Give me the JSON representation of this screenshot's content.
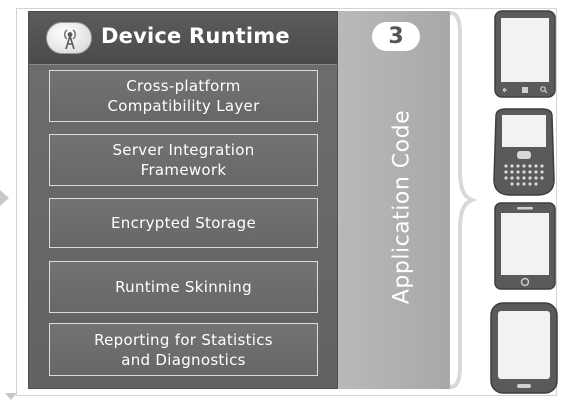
{
  "header": {
    "title": "Device Runtime",
    "logo_icon": "antenna-signal-icon"
  },
  "modules": [
    {
      "label": "Cross-platform\nCompatibility  Layer"
    },
    {
      "label": "Server Integration\nFramework"
    },
    {
      "label": "Encrypted Storage"
    },
    {
      "label": "Runtime Skinning"
    },
    {
      "label": "Reporting for Statistics\nand Diagnostics"
    }
  ],
  "application": {
    "step_number": "3",
    "label": "Application Code"
  },
  "devices": [
    {
      "kind": "windows-phone",
      "icon": "smartphone-windows-icon"
    },
    {
      "kind": "blackberry",
      "icon": "smartphone-keyboard-icon"
    },
    {
      "kind": "iphone",
      "icon": "smartphone-touch-icon"
    },
    {
      "kind": "tablet",
      "icon": "tablet-icon"
    }
  ],
  "colors": {
    "panel": "#666666",
    "header": "#4f4f4f",
    "band": "#b0b0b0",
    "device_body": "#5a5a5a",
    "device_screen": "#f2f2f2"
  }
}
